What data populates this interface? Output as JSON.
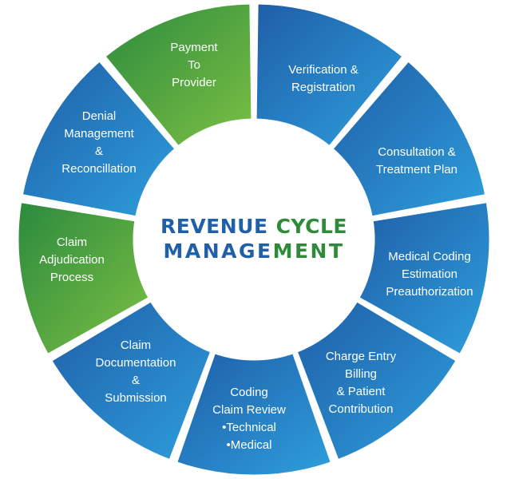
{
  "center": {
    "line1": {
      "a": "REVENUE",
      "b": "CYCLE"
    },
    "line2": {
      "a": "MANAGE",
      "b": "MENT"
    }
  },
  "colors": {
    "blue_dark": "#1f5ea8",
    "blue_light": "#2e9fdc",
    "green_dark": "#2b8a3e",
    "green_light": "#7cc043",
    "title_blue": "#2060a8",
    "title_green": "#2e8b3a"
  },
  "segments": [
    {
      "id": "verification",
      "color": "blue",
      "lines": [
        "Verification &",
        "Registration"
      ]
    },
    {
      "id": "consultation",
      "color": "blue",
      "lines": [
        "Consultation &",
        "Treatment Plan"
      ]
    },
    {
      "id": "medical-coding",
      "color": "blue",
      "lines": [
        "Medical Coding",
        "Estimation",
        "Preauthorization"
      ]
    },
    {
      "id": "charge-entry",
      "color": "blue",
      "lines": [
        "Charge Entry",
        "Billing",
        "& Patient",
        "Contribution"
      ]
    },
    {
      "id": "coding-claim-review",
      "color": "blue",
      "lines": [
        "Coding",
        "Claim Review",
        "•Technical",
        "•Medical"
      ]
    },
    {
      "id": "claim-documentation",
      "color": "blue",
      "lines": [
        "Claim",
        "Documentation",
        "&",
        "Submission"
      ]
    },
    {
      "id": "claim-adjudication",
      "color": "green",
      "lines": [
        "Claim",
        "Adjudication",
        "Process"
      ]
    },
    {
      "id": "denial-management",
      "color": "blue",
      "lines": [
        "Denial",
        "Management",
        "&",
        "Reconcillation"
      ]
    },
    {
      "id": "payment",
      "color": "green",
      "lines": [
        "Payment",
        "To",
        "Provider"
      ]
    }
  ]
}
